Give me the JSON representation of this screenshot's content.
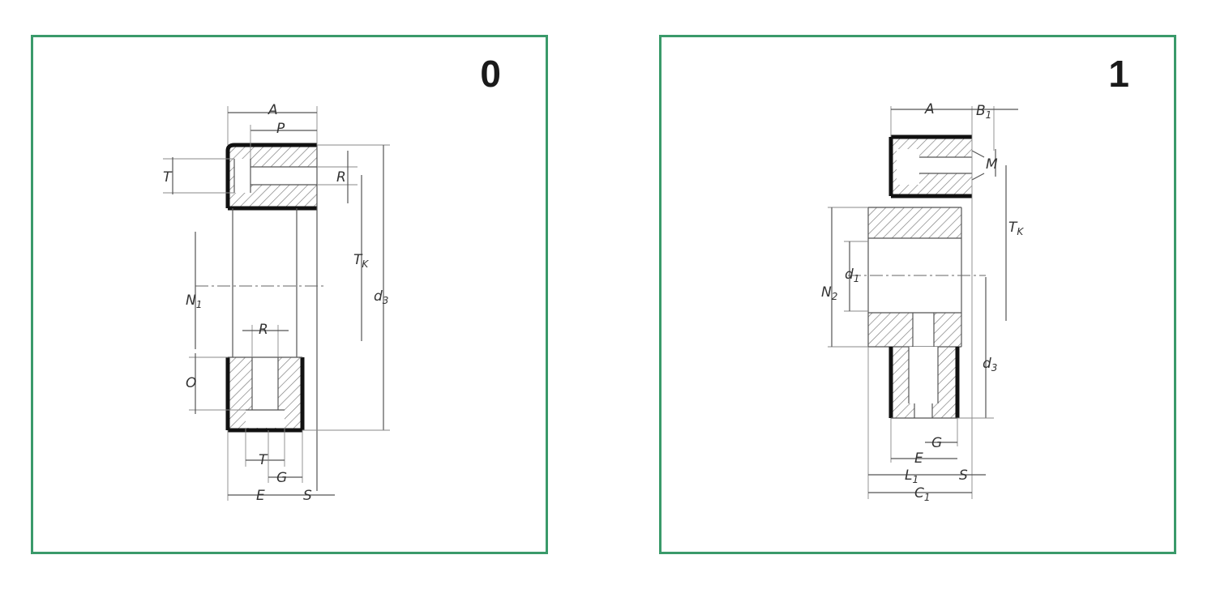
{
  "panels": [
    {
      "number": "0",
      "dimension_labels": {
        "A": "A",
        "P": "P",
        "T": "T",
        "R": "R",
        "Tk": "T",
        "Tk_sub": "K",
        "d3": "d",
        "d3_sub": "3",
        "N1": "N",
        "N1_sub": "1",
        "O": "O",
        "R2": "R",
        "T2": "T",
        "G": "G",
        "E": "E",
        "S": "S"
      }
    },
    {
      "number": "1",
      "dimension_labels": {
        "A": "A",
        "B1": "B",
        "B1_sub": "1",
        "M": "M",
        "Tk": "T",
        "Tk_sub": "K",
        "N2": "N",
        "N2_sub": "2",
        "d1": "d",
        "d1_sub": "1",
        "d3": "d",
        "d3_sub": "3",
        "G": "G",
        "E": "E",
        "L1": "L",
        "L1_sub": "1",
        "S": "S",
        "C1": "C",
        "C1_sub": "1"
      }
    }
  ],
  "colors": {
    "frame": "#3a9a6a",
    "line": "#555555",
    "hatch": "#777777"
  }
}
